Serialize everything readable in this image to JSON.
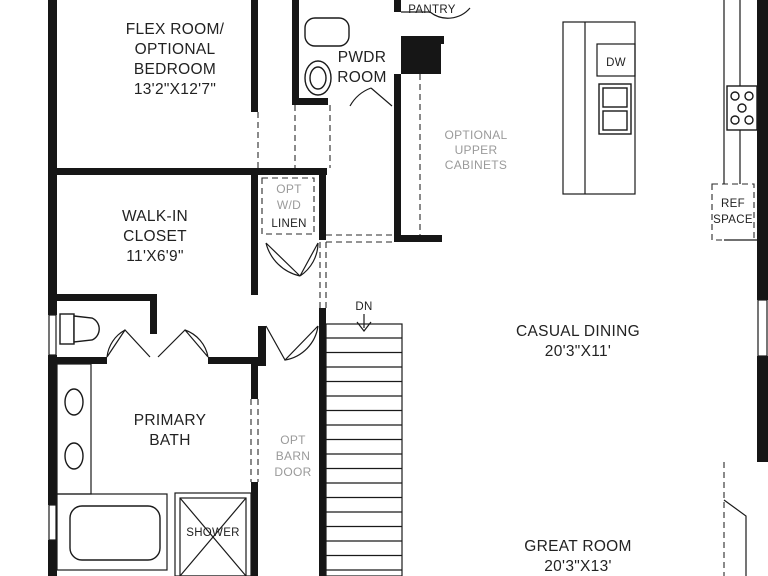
{
  "rooms": {
    "flex_room": {
      "name_line1": "FLEX ROOM/",
      "name_line2": "OPTIONAL",
      "name_line3": "BEDROOM",
      "dimensions": "13'2\"X12'7\""
    },
    "pantry": {
      "name": "PANTRY"
    },
    "powder_room": {
      "name_line1": "PWDR",
      "name_line2": "ROOM"
    },
    "walk_in_closet": {
      "name_line1": "WALK-IN",
      "name_line2": "CLOSET",
      "dimensions": "11'X6'9\""
    },
    "primary_bath": {
      "name_line1": "PRIMARY",
      "name_line2": "BATH"
    },
    "shower": {
      "name": "SHOWER"
    },
    "casual_dining": {
      "name": "CASUAL DINING",
      "dimensions": "20'3\"X11'"
    },
    "great_room": {
      "name": "GREAT ROOM",
      "dimensions": "20'3\"X13'"
    }
  },
  "options": {
    "upper_cabinets": {
      "line1": "OPTIONAL",
      "line2": "UPPER",
      "line3": "CABINETS"
    },
    "wd_linen": {
      "line1": "OPT",
      "line2": "W/D",
      "line3": "LINEN"
    },
    "barn_door": {
      "line1": "OPT",
      "line2": "BARN",
      "line3": "DOOR"
    }
  },
  "fixtures": {
    "dishwasher": "DW",
    "ref_space_line1": "REF",
    "ref_space_line2": "SPACE"
  },
  "stairs": {
    "direction": "DN"
  }
}
